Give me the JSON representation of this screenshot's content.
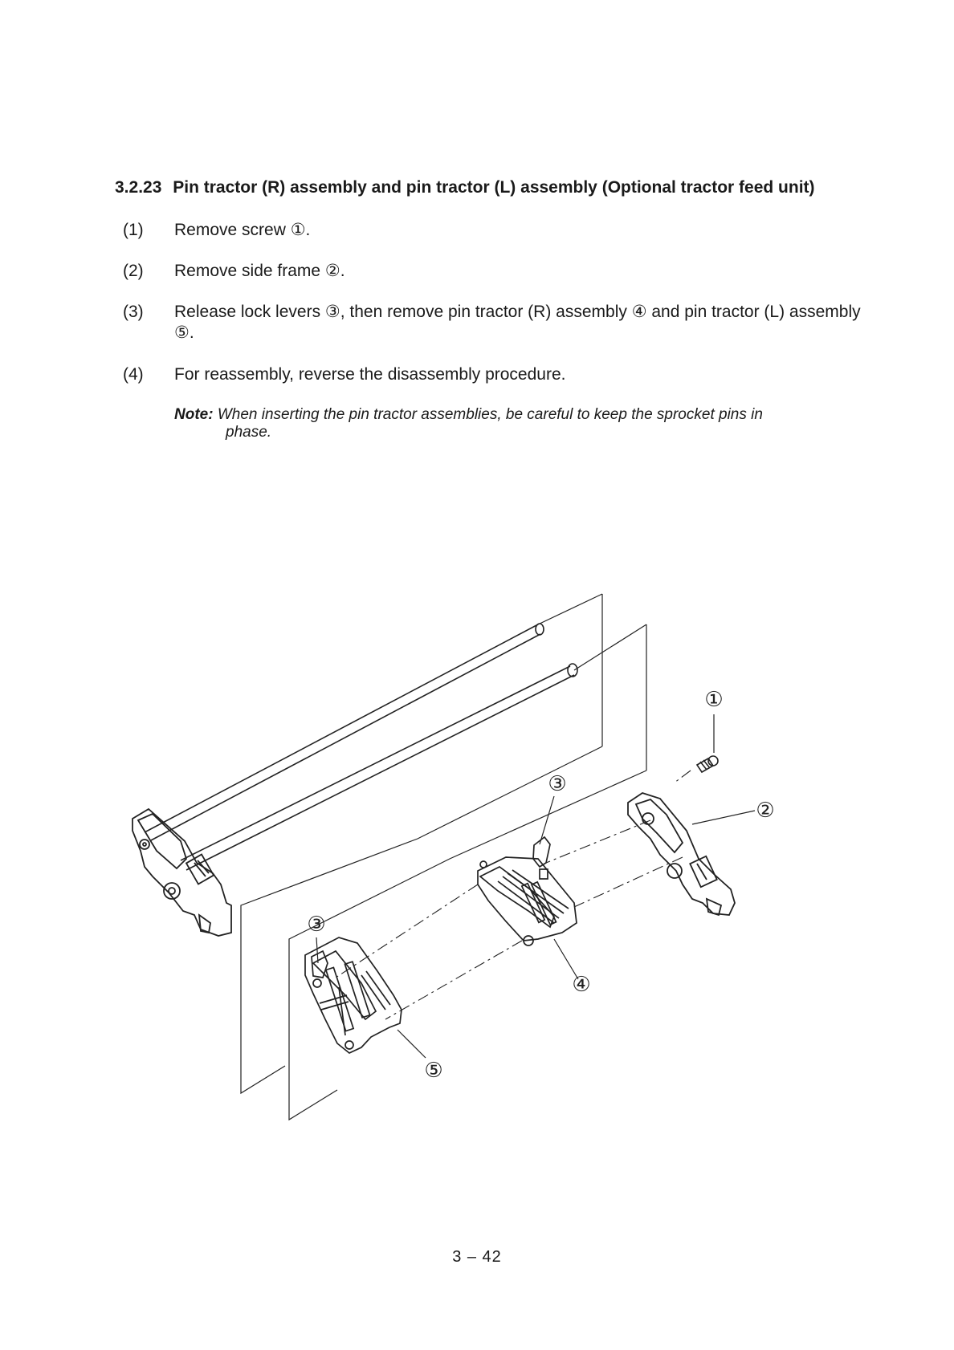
{
  "section": {
    "number": "3.2.23",
    "title": "Pin tractor (R) assembly and pin tractor (L) assembly (Optional tractor feed unit)"
  },
  "steps": [
    {
      "num": "(1)",
      "text": "Remove screw ①."
    },
    {
      "num": "(2)",
      "text": "Remove side frame ②."
    },
    {
      "num": "(3)",
      "text": "Release lock levers ③, then remove pin tractor (R) assembly ④ and pin tractor (L) assembly ⑤."
    },
    {
      "num": "(4)",
      "text": "For reassembly, reverse the disassembly procedure."
    }
  ],
  "note": {
    "label": "Note:",
    "line1": "When inserting the pin tractor assemblies, be careful to keep the sprocket pins in",
    "line2": "phase."
  },
  "figure": {
    "callouts": {
      "screw": "①",
      "side_frame": "②",
      "lock_lever_r": "③",
      "lock_lever_l": "③",
      "tractor_r": "④",
      "tractor_l": "⑤"
    }
  },
  "page_number": "3 – 42"
}
